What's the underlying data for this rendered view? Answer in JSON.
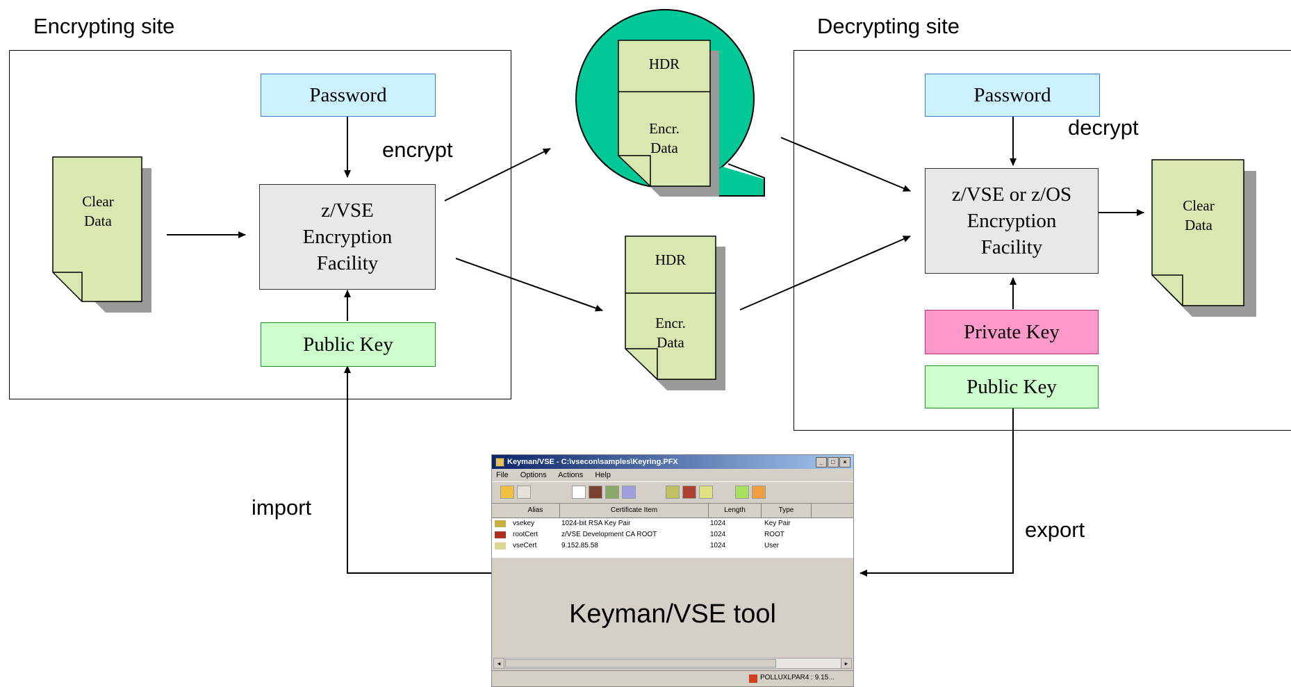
{
  "encrypting_site": {
    "title": "Encrypting site",
    "password": "Password",
    "facility_line1": "z/VSE",
    "facility_line2": "Encryption",
    "facility_line3": "Facility",
    "public_key": "Public Key",
    "clear_data_line1": "Clear",
    "clear_data_line2": "Data",
    "encrypt_label": "encrypt"
  },
  "tape_cartridge": {
    "hdr": "HDR",
    "encr_line1": "Encr.",
    "encr_line2": "Data"
  },
  "data_file": {
    "hdr": "HDR",
    "encr_line1": "Encr.",
    "encr_line2": "Data"
  },
  "decrypting_site": {
    "title": "Decrypting site",
    "password": "Password",
    "decrypt_label": "decrypt",
    "facility_line1": "z/VSE or z/OS",
    "facility_line2": "Encryption",
    "facility_line3": "Facility",
    "private_key": "Private Key",
    "public_key": "Public Key",
    "clear_data_line1": "Clear",
    "clear_data_line2": "Data"
  },
  "flows": {
    "import_label": "import",
    "export_label": "export"
  },
  "keyman_window": {
    "title": "Keyman/VSE - C:\\vsecon\\samples\\Keyring.PFX",
    "menu": [
      "File",
      "Options",
      "Actions",
      "Help"
    ],
    "columns": [
      "Alias",
      "Certificate Item",
      "Length",
      "Type"
    ],
    "rows": [
      {
        "alias": "vsekey",
        "item": "1024-bit RSA Key Pair",
        "length": "1024",
        "type": "Key Pair",
        "icon": "key-pair-icon"
      },
      {
        "alias": "rootCert",
        "item": "z/VSE Development CA ROOT",
        "length": "1024",
        "type": "ROOT",
        "icon": "root-cert-icon"
      },
      {
        "alias": "vseCert",
        "item": "9.152.85.58",
        "length": "1024",
        "type": "User",
        "icon": "user-cert-icon"
      }
    ],
    "status": "POLLUXLPAR4 : 9.15...",
    "caption": "Keyman/VSE tool"
  },
  "colors": {
    "password_fill": "#ccf2ff",
    "public_key_fill": "#ccffcc",
    "private_key_fill": "#ff99cc",
    "facility_fill": "#e8e8e8",
    "document_fill": "#d9e8b0",
    "tape_fill": "#00c896",
    "keyman_titlebar": "#0a246a"
  }
}
